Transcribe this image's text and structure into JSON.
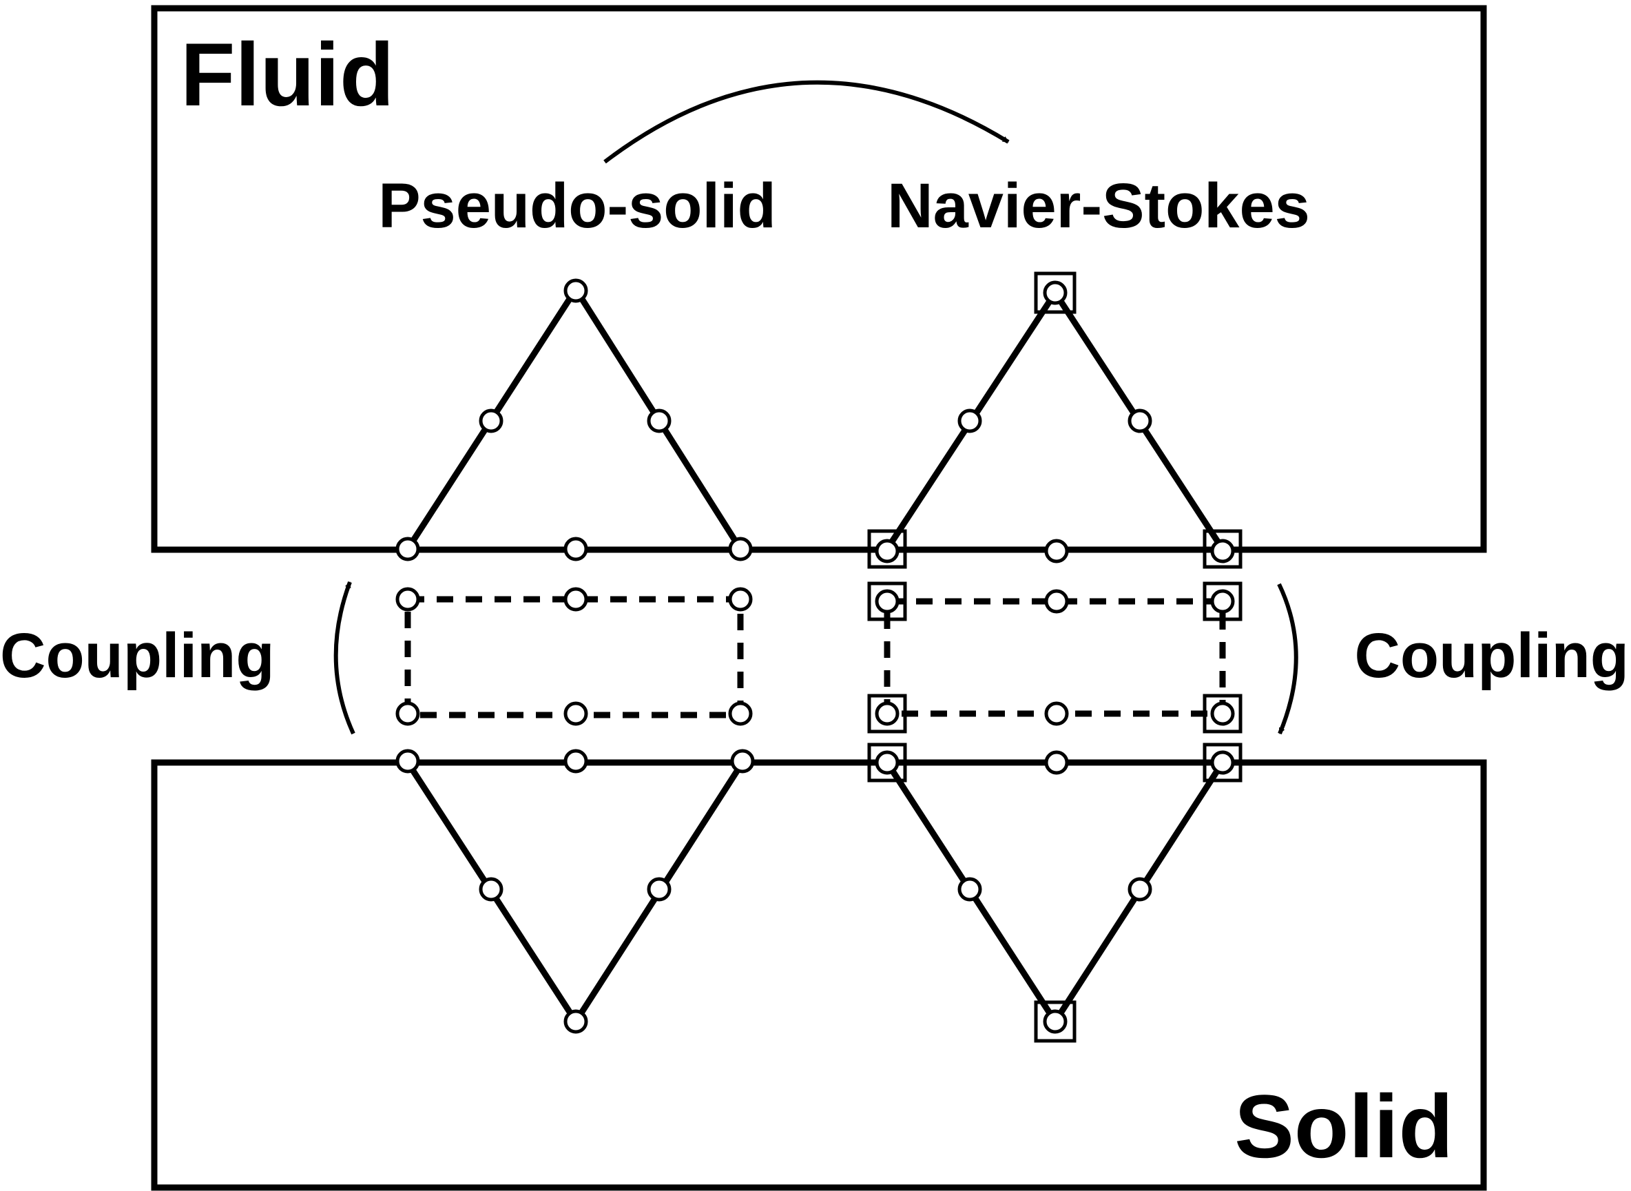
{
  "labels": {
    "fluid": "Fluid",
    "solid": "Solid",
    "pseudo_solid": "Pseudo-solid",
    "navier_stokes": "Navier-Stokes",
    "coupling_left": "Coupling",
    "coupling_right": "Coupling"
  },
  "colors": {
    "ink": "#000000",
    "background": "#ffffff"
  },
  "icons": {
    "node_marker": "circle",
    "pressure_node_marker": "square"
  }
}
